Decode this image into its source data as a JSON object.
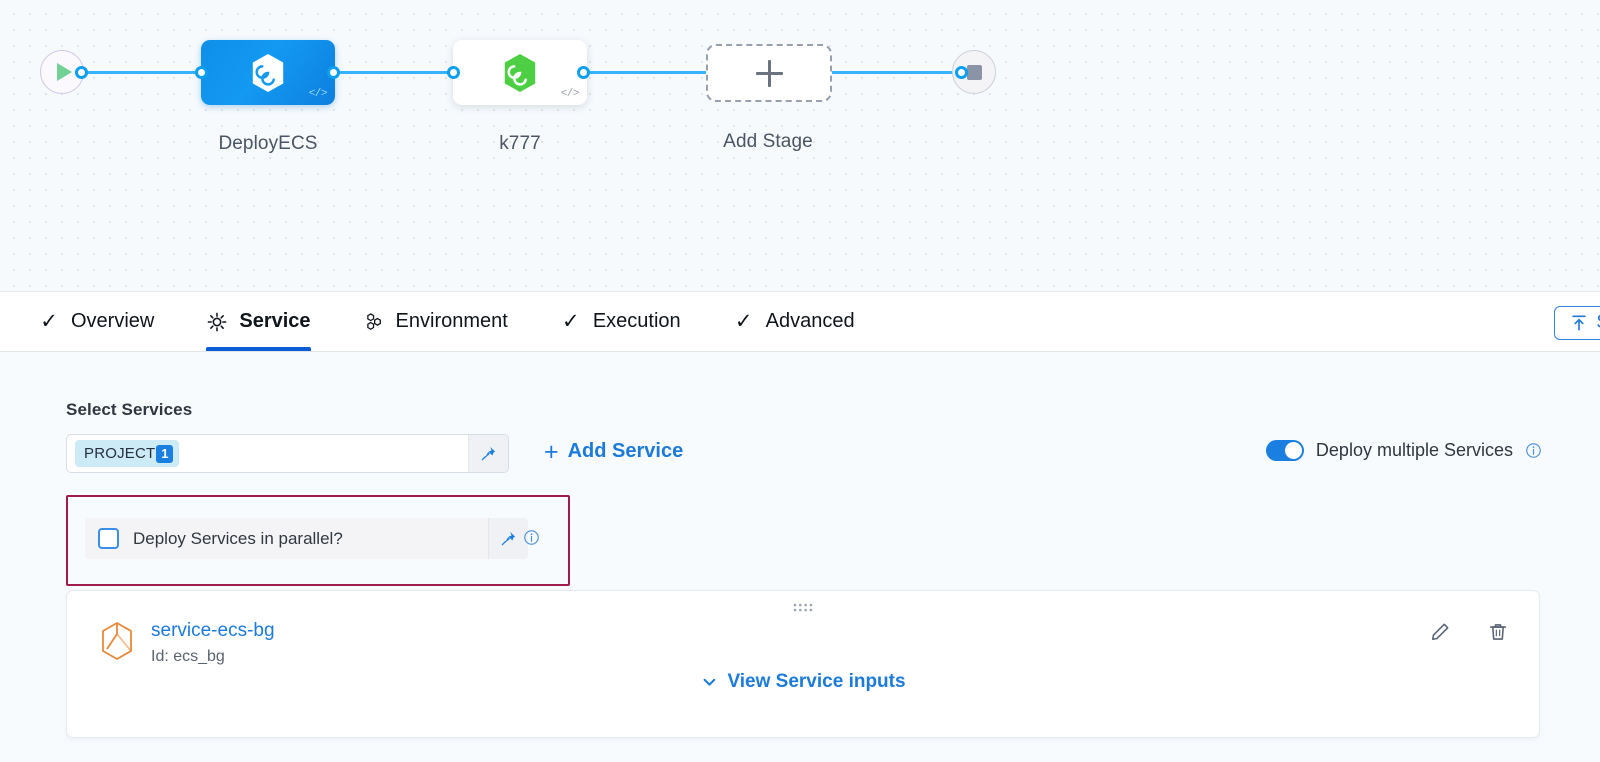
{
  "pipeline": {
    "start_node": {
      "icon": "play-icon"
    },
    "end_node": {
      "icon": "stop-icon"
    },
    "stages": [
      {
        "label": "DeployECS",
        "icon": "harness-hexagon-icon",
        "code_glyph": "</>",
        "selected": true
      },
      {
        "label": "k777",
        "icon": "harness-hexagon-icon",
        "code_glyph": "</>",
        "selected": false
      }
    ],
    "add_stage": {
      "label": "Add Stage",
      "icon": "plus-icon"
    }
  },
  "tabs": [
    {
      "label": "Overview",
      "icon": "check-icon",
      "active": false
    },
    {
      "label": "Service",
      "icon": "gear-icon",
      "active": true
    },
    {
      "label": "Environment",
      "icon": "hexagon-group-icon",
      "active": false
    },
    {
      "label": "Execution",
      "icon": "check-icon",
      "active": false
    },
    {
      "label": "Advanced",
      "icon": "check-icon",
      "active": false
    }
  ],
  "tabbar_action": {
    "label": "S",
    "icon": "upload-icon"
  },
  "service_panel": {
    "section_label": "Select Services",
    "select": {
      "chip_text": "PROJECT",
      "chip_count": "1",
      "placeholder": "",
      "pin_icon": "pin-icon"
    },
    "add_service": {
      "label": "Add Service",
      "plus": "+"
    },
    "deploy_multiple": {
      "label": "Deploy multiple Services",
      "enabled": true,
      "info_icon": "info-icon"
    },
    "parallel_option": {
      "label": "Deploy Services in parallel?",
      "checked": false,
      "pin_icon": "pin-icon",
      "info_icon": "info-icon",
      "highlight_color": "#9e1d4a"
    },
    "service_card": {
      "drag_handle_icon": "drag-dots-icon",
      "service_icon": "service-hexagon-icon",
      "name": "service-ecs-bg",
      "id_text": "Id: ecs_bg",
      "edit_icon": "pencil-icon",
      "delete_icon": "trash-icon",
      "view_inputs_label": "View Service inputs",
      "view_inputs_icon": "chevron-down-icon"
    }
  },
  "colors": {
    "accent_blue": "#1a7fe0",
    "link_blue": "#1c7ada",
    "edge_blue": "#36b3ff",
    "stage_selected": "#1399f2",
    "highlight_maroon": "#9e1d4a",
    "service_icon_orange": "#e8883a",
    "canvas_bg": "#f6fafd"
  }
}
